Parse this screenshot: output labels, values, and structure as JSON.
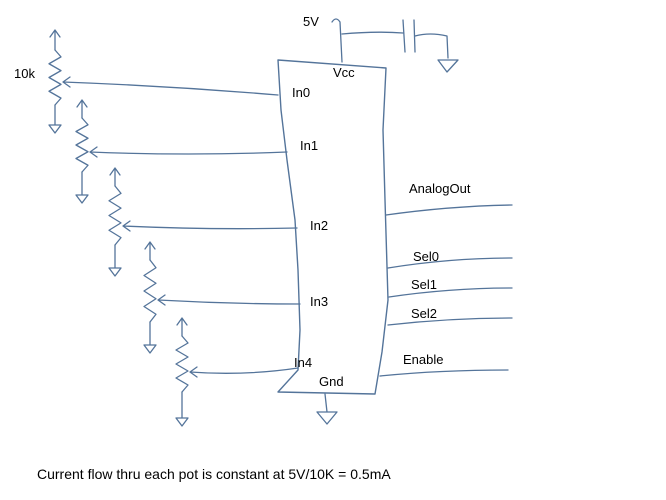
{
  "supply": {
    "voltage_label": "5V",
    "pot_value_label": "10k"
  },
  "chip": {
    "vcc_label": "Vcc",
    "gnd_label": "Gnd",
    "inputs": [
      "In0",
      "In1",
      "In2",
      "In3",
      "In4"
    ],
    "outputs": [
      "AnalogOut",
      "Sel0",
      "Sel1",
      "Sel2",
      "Enable"
    ]
  },
  "caption": "Current flow thru each pot is constant at 5V/10K = 0.5mA",
  "colors": {
    "ink": "#54749a",
    "text": "#000000",
    "background": "#ffffff"
  }
}
